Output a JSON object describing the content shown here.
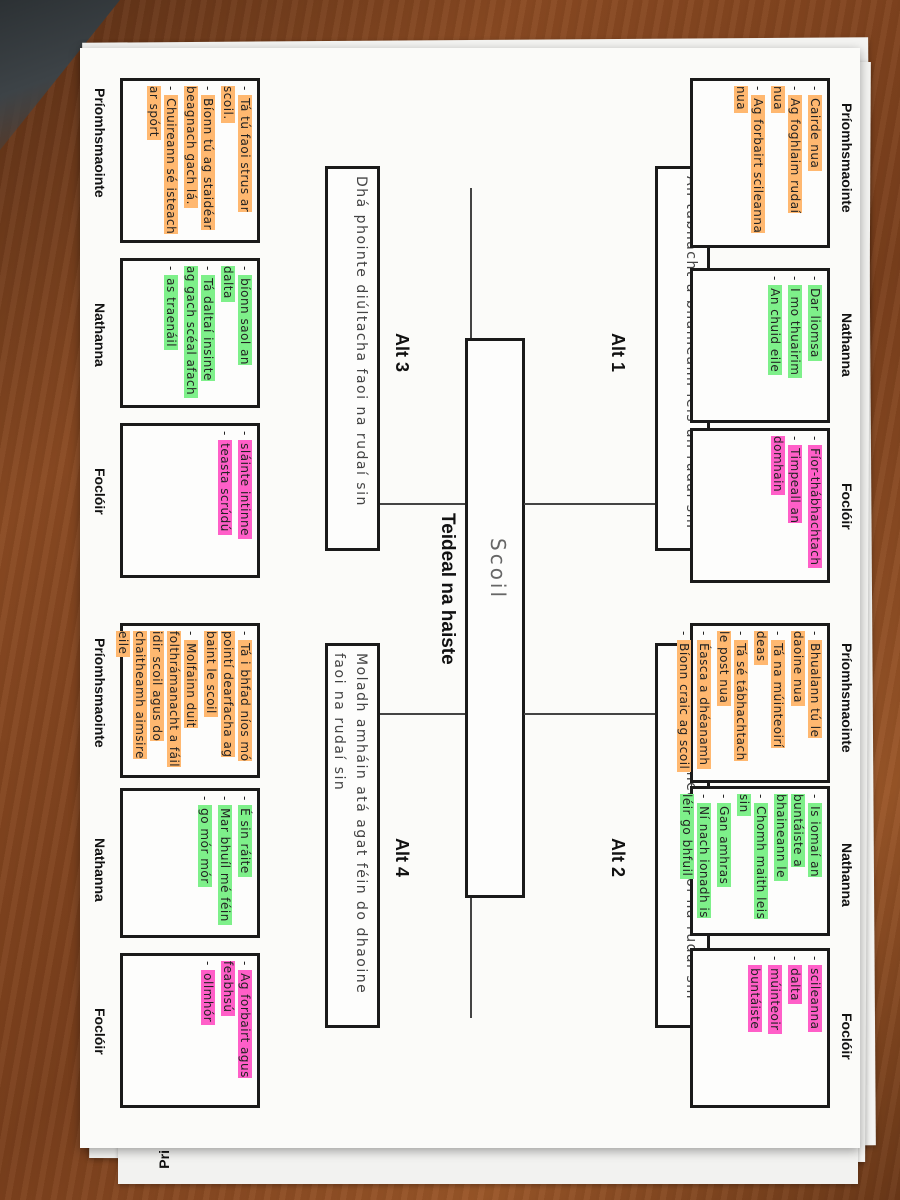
{
  "worksheet": {
    "title_label": "Teideal na haiste",
    "title_value": "Scoil",
    "section_labels": {
      "main_ideas": "Príomhsmaointe",
      "phrases": "Nathanna",
      "vocabulary": "Foclóir"
    },
    "alts": [
      {
        "heading": "Alt 1",
        "prompt": "An tábhacht a bhaineann leis an rudaí sin",
        "main_ideas": [
          "Cairde nua",
          "Ag foghlaim rudaí nua",
          "Ag forbairt scileanna nua"
        ],
        "phrases": [
          "Dar liomsa",
          "I mo thuairim",
          "An chuid eile"
        ],
        "vocabulary": [
          "Fíor-thábhachtach",
          "Timpeall an domhain"
        ]
      },
      {
        "heading": "Alt 2",
        "prompt": "Dhá phointe dhearfacha faoi na rudaí sin",
        "main_ideas": [
          "Bhualann tú le daoine nua",
          "Tá na múinteoirí deas",
          "Tá sé tábhachtach le post nua",
          "Éasca a dhéanamh",
          "Bíonn craic ag scoil"
        ],
        "phrases": [
          "Is iomaí an buntáiste a bhaineann le",
          "Chomh maith leis sin",
          "Gan amhras",
          "Ní nach ionadh is léir go bhfuil"
        ],
        "vocabulary": [
          "scileanna",
          "dalta",
          "múinteoir",
          "buntáiste"
        ]
      },
      {
        "heading": "Alt 3",
        "prompt": "Dhá phointe diúltacha faoi na rudaí sin",
        "main_ideas": [
          "Tá tú faoi strus ar scoil.",
          "Bíonn tú ag staidéar beagnach gach lá.",
          "Chuireann sé isteach ar spórt"
        ],
        "phrases": [
          "bíonn saol an dalta",
          "Tá daltaí insinte ag gach scéal afach",
          "as traenáil"
        ],
        "vocabulary": [
          "sláinte intinne",
          "teasta scrúdú"
        ]
      },
      {
        "heading": "Alt 4",
        "prompt": "Moladh amháin atá agat féin do dhaoine faoi na rudaí sin",
        "main_ideas": [
          "Tá i bhfad níos mó pointí dearfacha ag baint le scoil",
          "Molfainn duit folthrámanacht a fáil idir scoil agus do chaitheamh aimsire eile"
        ],
        "phrases": [
          "É sin ráite",
          "Mar bhuíl mé féin",
          "go mór mór"
        ],
        "vocabulary": [
          "Ag forbairt agus feabhsú",
          "ollmhór"
        ]
      }
    ],
    "bottom_fragment": "Pri",
    "colors": {
      "orange_highlight": "#ffb870",
      "green_highlight": "#7ef08a",
      "pink_highlight": "#ff5fc8",
      "wood": "#8a4a22"
    }
  }
}
